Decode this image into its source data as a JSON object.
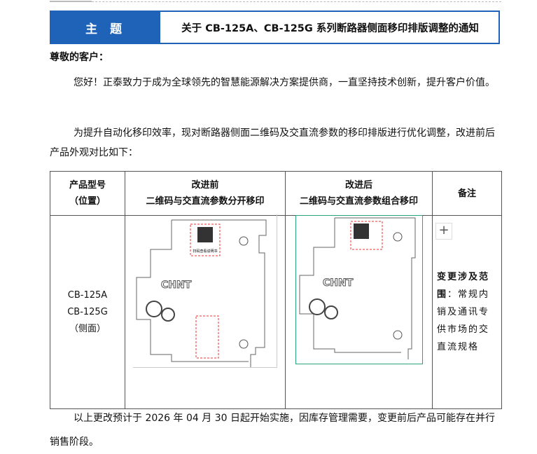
{
  "subject": {
    "label": "主 题",
    "title": "关于 CB-125A、CB-125G 系列断路器侧面移印排版调整的通知"
  },
  "greeting": "尊敬的客户：",
  "paragraphs": [
    "您好！正泰致力于成为全球领先的智慧能源解决方案提供商，一直坚持技术创新，提升客户价值。",
    "为提升自动化移印效率，现对断路器侧面二维码及交直流参数的移印排版进行优化调整，改进前后产品外观对比如下：",
    "以上更改预计于 2026 年 04 月 30 日起开始实施，因库存管理需要，变更前后产品可能存在并行销售阶段。"
  ],
  "table": {
    "headers": [
      [
        "产品型号",
        "（位置）"
      ],
      [
        "改进前",
        "二维码与交直流参数分开移印"
      ],
      [
        "改进后",
        "二维码与交直流参数组合移印"
      ],
      [
        "备注"
      ]
    ],
    "model": [
      "CB-125A",
      "CB-125G",
      "（侧面）"
    ],
    "note_bold": "变更涉及范围",
    "note_rest": "：常规内销及通讯专供市场的交直流规格",
    "expand_icon": "plus-icon"
  },
  "product": {
    "brand": "CHNT",
    "qr_caption": "扫码查看说明书"
  }
}
